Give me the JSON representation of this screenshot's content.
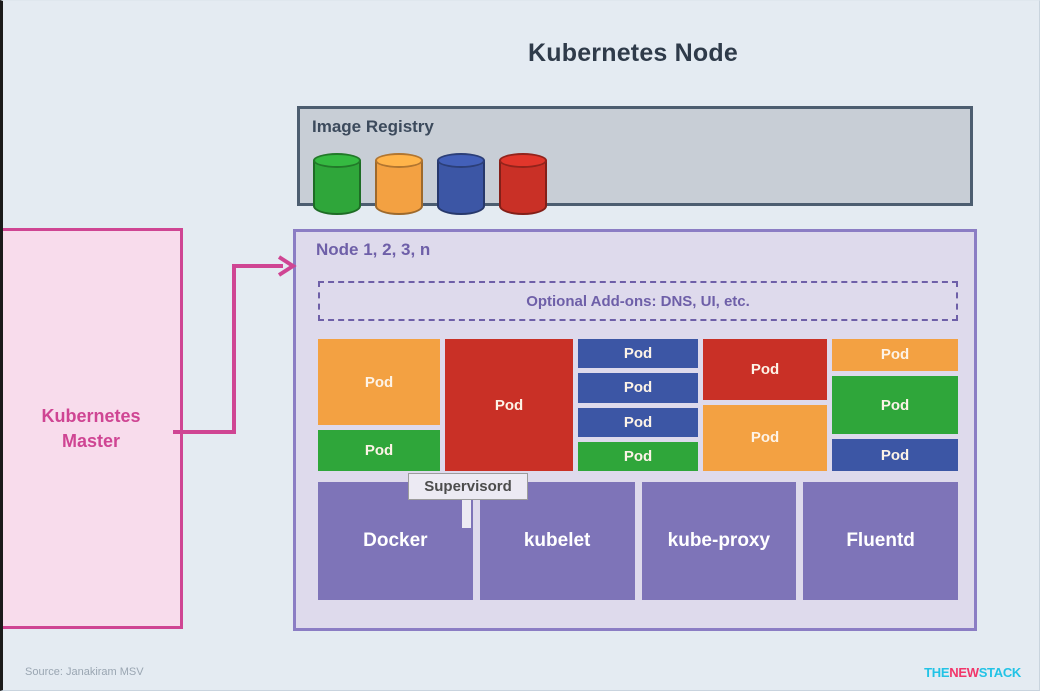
{
  "title": "Kubernetes Node",
  "colors": {
    "background": "#e4ebf2",
    "registry_fill": "#c8ced6",
    "registry_border": "#4c5d70",
    "node_fill": "#dedaec",
    "node_border": "#8b7dc4",
    "node_text": "#6e5fa8",
    "master_fill": "#f8dcec",
    "master_border": "#cf4593",
    "service_fill": "#7e74b8",
    "pod_orange": "#f3a142",
    "pod_green": "#2fa63a",
    "pod_blue": "#3c56a5",
    "pod_red": "#c93026",
    "logo_cyan": "#22c3e6",
    "logo_red": "#f1366a"
  },
  "registry": {
    "label": "Image Registry",
    "images": [
      {
        "name": "image-cylinder-green",
        "color": "#2fa63a"
      },
      {
        "name": "image-cylinder-orange",
        "color": "#f3a142"
      },
      {
        "name": "image-cylinder-blue",
        "color": "#3c56a5"
      },
      {
        "name": "image-cylinder-red",
        "color": "#c93026"
      }
    ]
  },
  "node": {
    "label": "Node 1, 2, 3, n",
    "addons_label": "Optional Add-ons: DNS, UI, etc.",
    "pod_label": "Pod",
    "pod_columns": [
      {
        "width": 124,
        "pods": [
          {
            "color": "orange",
            "flex": 68
          },
          {
            "color": "green",
            "flex": 32
          }
        ]
      },
      {
        "width": 130,
        "pods": [
          {
            "color": "red",
            "flex": 100
          }
        ]
      },
      {
        "width": 122,
        "pods": [
          {
            "color": "blue",
            "flex": 25
          },
          {
            "color": "blue",
            "flex": 25
          },
          {
            "color": "blue",
            "flex": 25
          },
          {
            "color": "green",
            "flex": 25
          }
        ]
      },
      {
        "width": 126,
        "pods": [
          {
            "color": "red",
            "flex": 48
          },
          {
            "color": "orange",
            "flex": 52
          }
        ]
      },
      {
        "width": 128,
        "pods": [
          {
            "color": "orange",
            "flex": 26
          },
          {
            "color": "green",
            "flex": 48
          },
          {
            "color": "blue",
            "flex": 26
          }
        ]
      }
    ],
    "supervisord_label": "Supervisord",
    "services": [
      {
        "label": "Docker"
      },
      {
        "label": "kubelet"
      },
      {
        "label": "kube-proxy"
      },
      {
        "label": "Fluentd"
      }
    ]
  },
  "master": {
    "label": "Kubernetes\nMaster"
  },
  "footer": {
    "source": "Source: Janakiram MSV",
    "logo": {
      "part1": "THE",
      "part2": "NEW",
      "part3": "STACK"
    }
  }
}
